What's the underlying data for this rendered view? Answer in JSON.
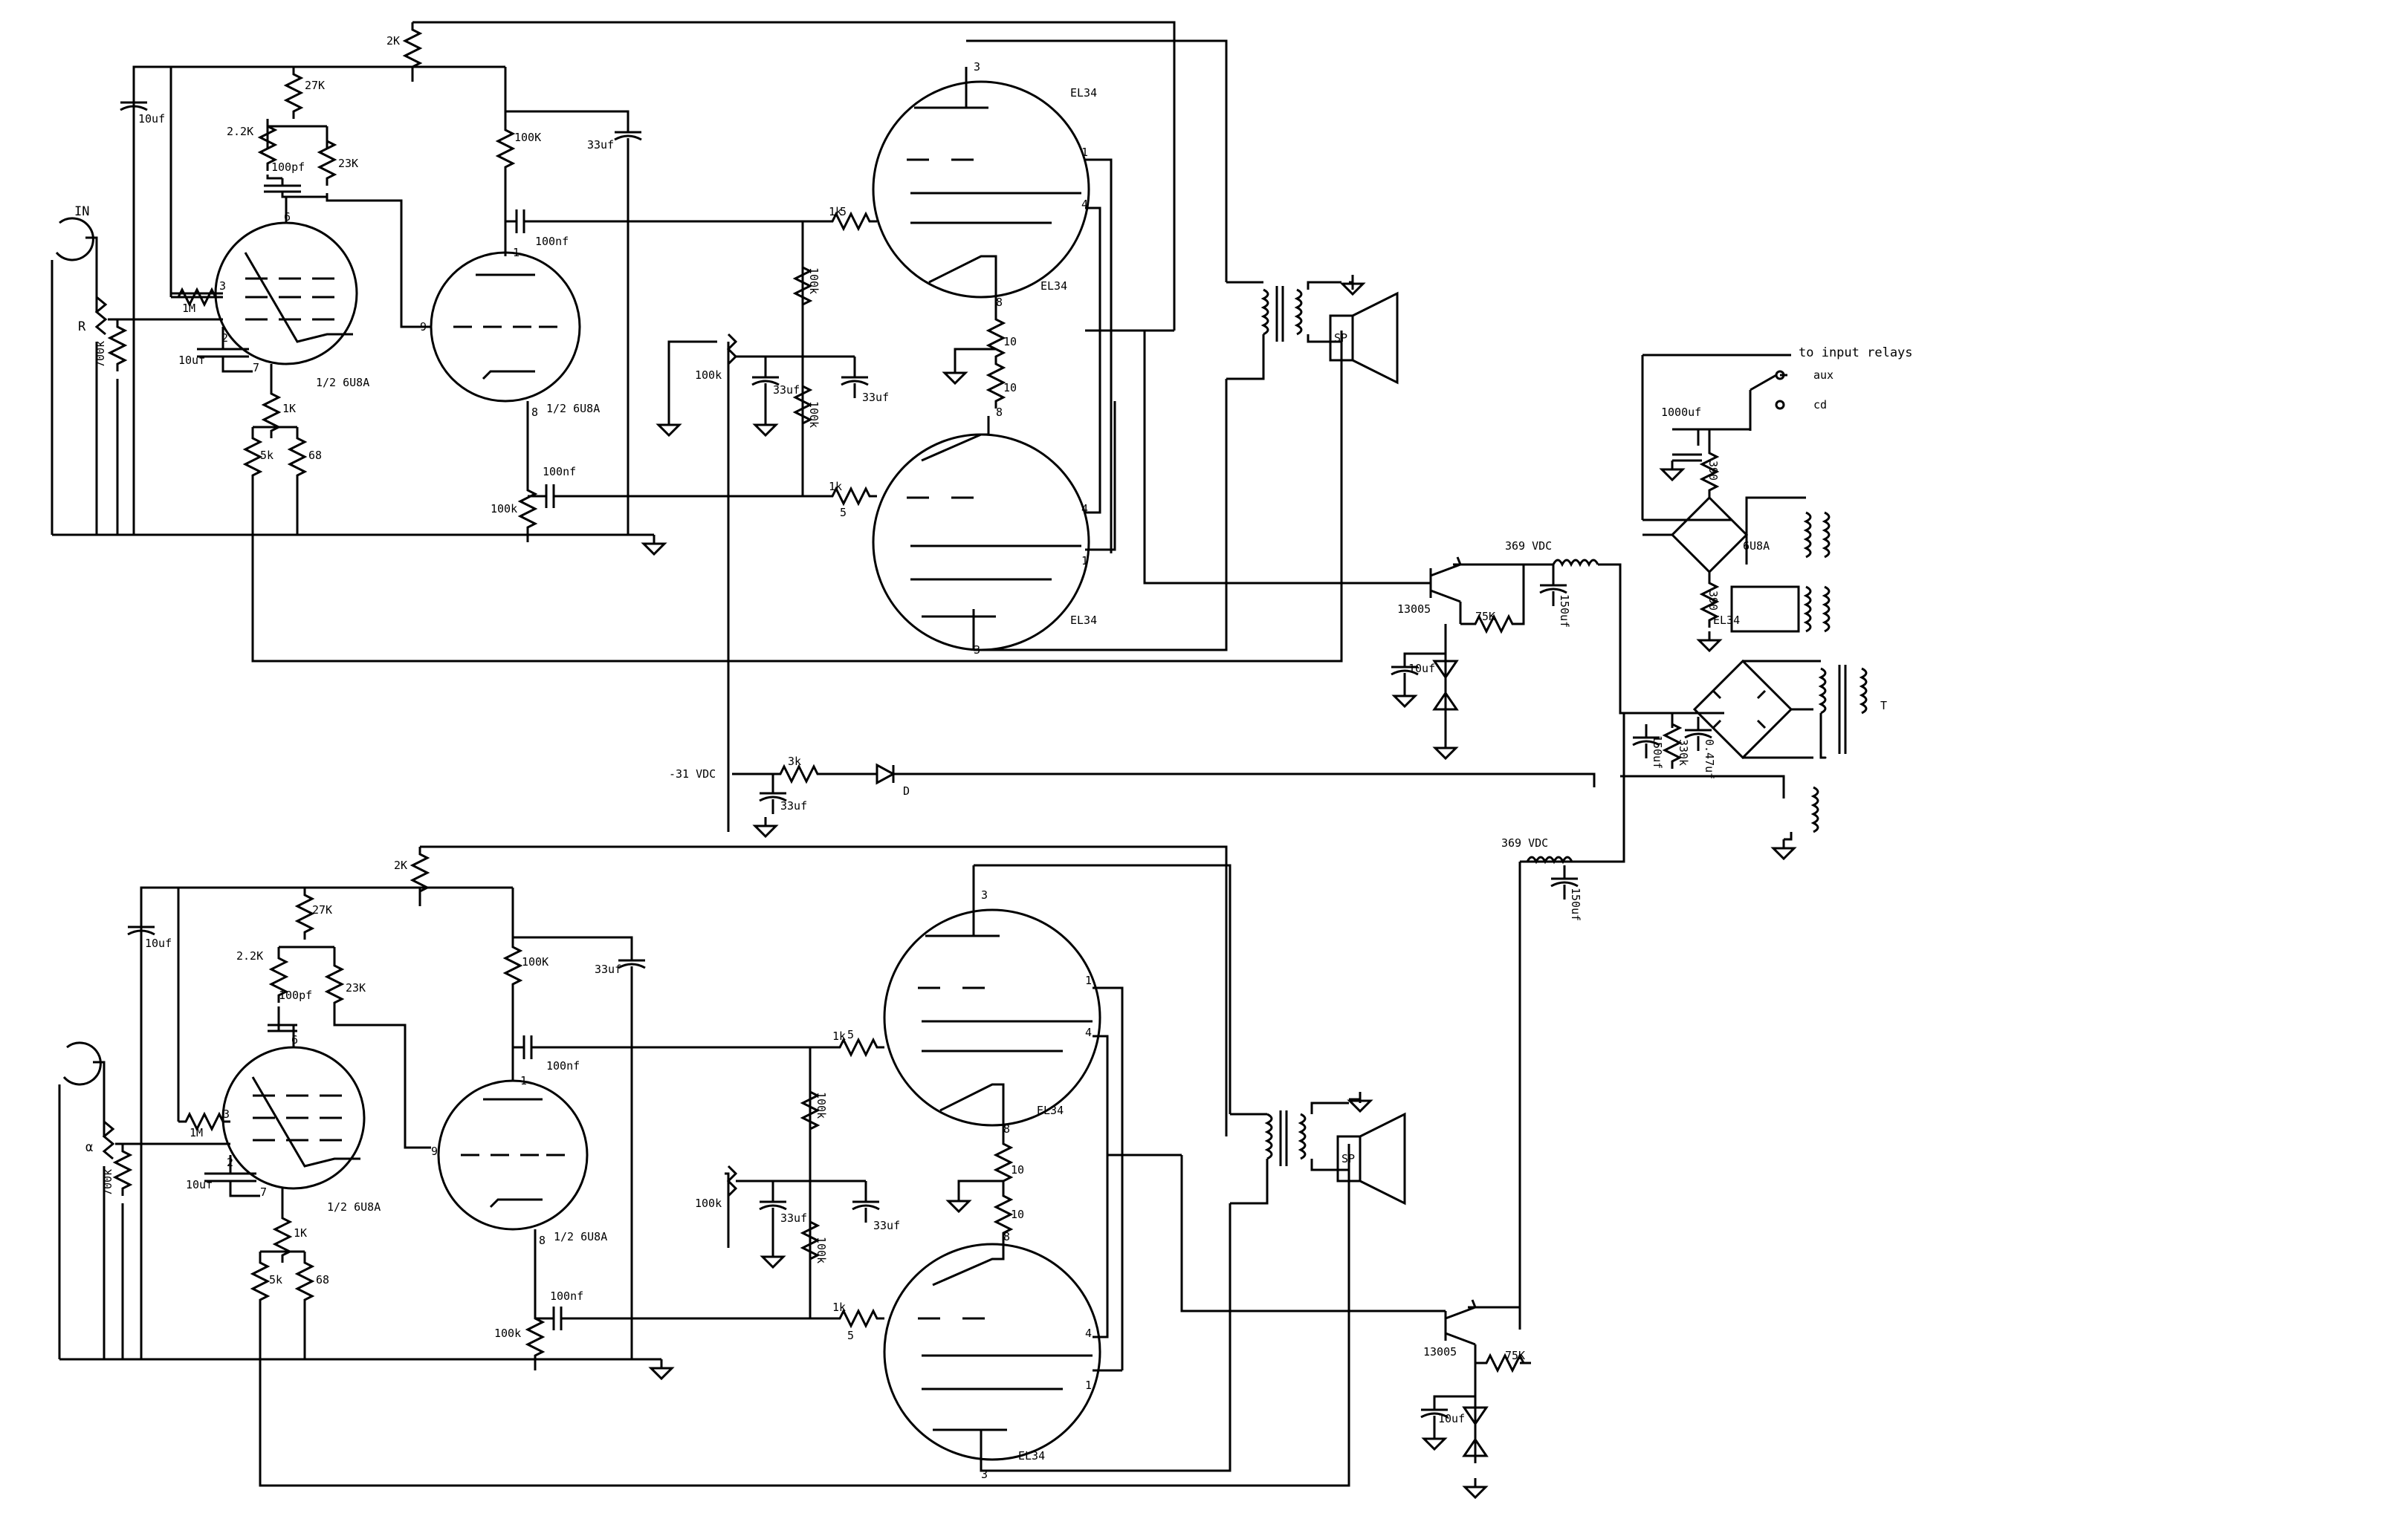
{
  "amp_top": {
    "in_label": "IN",
    "pot_label": "R",
    "r_700k": "700k",
    "c_10uf_a": "10uf",
    "r_2k": "2K",
    "r_27k": "27K",
    "r_22k": "2.2K",
    "r_23k": "23K",
    "c_100pf": "100pf",
    "r_1m": "1M",
    "c_10uf_b": "10uf",
    "r_1k": "1K",
    "r_5k": "5k",
    "r_68": "68",
    "tube1_label": "1/2 6U8A",
    "r_100k_plate": "100K",
    "c_33uf": "33uf",
    "c_100nf_1": "100nf",
    "tube2_label": "1/2 6U8A",
    "c_100nf_2": "100nf",
    "r_100k_grid": "100k",
    "r_1k_g1": "1k",
    "r_1k_g2": "1k",
    "r_100k_v1": "100k",
    "r_100k_v2": "100k",
    "pot_100k": "100k",
    "c_33uf_a": "33uf",
    "c_33uf_b": "33uf",
    "r_10_a": "10",
    "r_10_b": "10",
    "el34_top": "EL34",
    "el34_mid": "EL34",
    "el34_bot": "EL34",
    "sp": "SP"
  },
  "amp_bottom": {
    "pot_label": "α",
    "r_700k": "700k",
    "c_10uf_a": "10uf",
    "r_2k": "2K",
    "r_27k": "27K",
    "r_22k": "2.2K",
    "r_23k": "23K",
    "c_100pf": "100pf",
    "r_1m": "1M",
    "c_10uf_b": "10uf",
    "r_1k": "1K",
    "r_5k": "5k",
    "r_68": "68",
    "tube1_label": "1/2 6U8A",
    "r_100k_plate": "100K",
    "c_33uf": "33uf",
    "c_100nf_1": "100nf",
    "tube2_label": "1/2 6U8A",
    "c_100nf_2": "100nf",
    "r_100k_grid": "100k",
    "r_1k_g1": "1k",
    "r_1k_g2": "1k",
    "r_100k_v1": "100k",
    "r_100k_v2": "100k",
    "pot_100k": "100k",
    "c_33uf_a": "33uf",
    "c_33uf_b": "33uf",
    "r_10_a": "10",
    "r_10_b": "10",
    "el34_mid": "EL34",
    "el34_bot": "EL34",
    "sp": "SP"
  },
  "pins": {
    "p1": "1",
    "p2": "2",
    "p3": "3",
    "p4": "4",
    "p5": "5",
    "p6": "6",
    "p7": "7",
    "p8": "8",
    "p9": "9"
  },
  "power": {
    "v369_top": "369 VDC",
    "v369_bot": "369 VDC",
    "c_150uf_a": "150uf",
    "c_150uf_b": "150uf",
    "c_150uf_c": "150uf",
    "transistor_top": "13005",
    "r_75k_top": "75K",
    "c_10uf_top": "10uf",
    "transistor_bot": "13005",
    "r_75k_bot": "75K",
    "c_10uf_bot": "10uf",
    "r_330k": "330k",
    "c_047uf": "0.47uf",
    "transformer": "T",
    "neg_voltage": "-31 VDC",
    "r_3k": "3k",
    "c_33uf": "33uf",
    "diode": "D"
  },
  "relay": {
    "title": "to input relays",
    "aux": "aux",
    "cd": "cd",
    "c_1000uf": "1000uf",
    "r_390_a": "390",
    "r_390_b": "390",
    "tube_6u8a": "6U8A",
    "tube_el34": "EL34"
  }
}
